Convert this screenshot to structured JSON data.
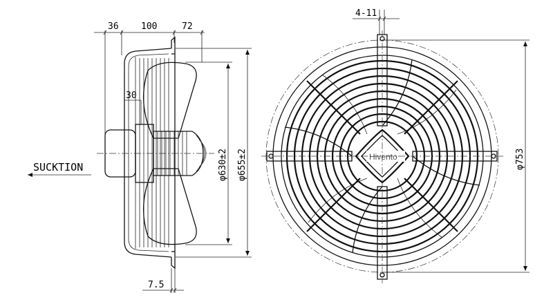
{
  "side_view": {
    "dim_hub": "36",
    "dim_depth": "100",
    "dim_guard": "72",
    "dim_inner": "30",
    "dim_d630": "φ630±2",
    "dim_d655": "φ655±2",
    "dim_mount": "7.5",
    "suction_label": "SUCKTION"
  },
  "front_view": {
    "dim_holes": "4-11",
    "dim_d753": "φ753",
    "watermark": "Hivento"
  }
}
